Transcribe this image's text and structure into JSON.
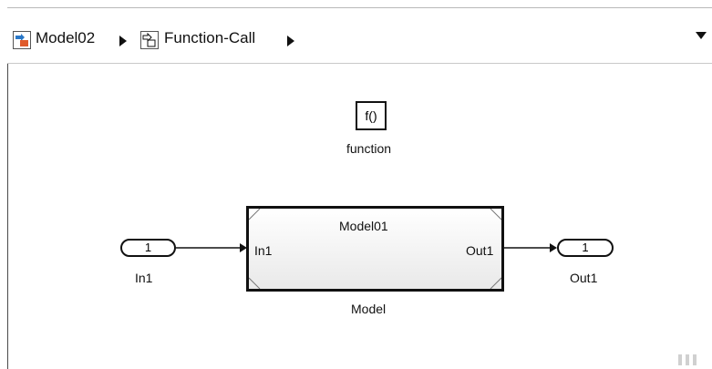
{
  "breadcrumb": {
    "items": [
      {
        "label": "Model02",
        "icon": "model-icon"
      },
      {
        "label": "Function-Call",
        "icon": "subsystem-icon"
      }
    ],
    "dropdown_icon": "chevron-down-icon"
  },
  "diagram": {
    "function_block": {
      "text": "f()",
      "label": "function"
    },
    "model_block": {
      "title": "Model01",
      "input_port": "In1",
      "output_port": "Out1",
      "label": "Model"
    },
    "inport": {
      "number": "1",
      "label": "In1"
    },
    "outport": {
      "number": "1",
      "label": "Out1"
    }
  },
  "colors": {
    "accent": "#d9534f",
    "line": "#111111",
    "border": "#4a4a4a"
  }
}
